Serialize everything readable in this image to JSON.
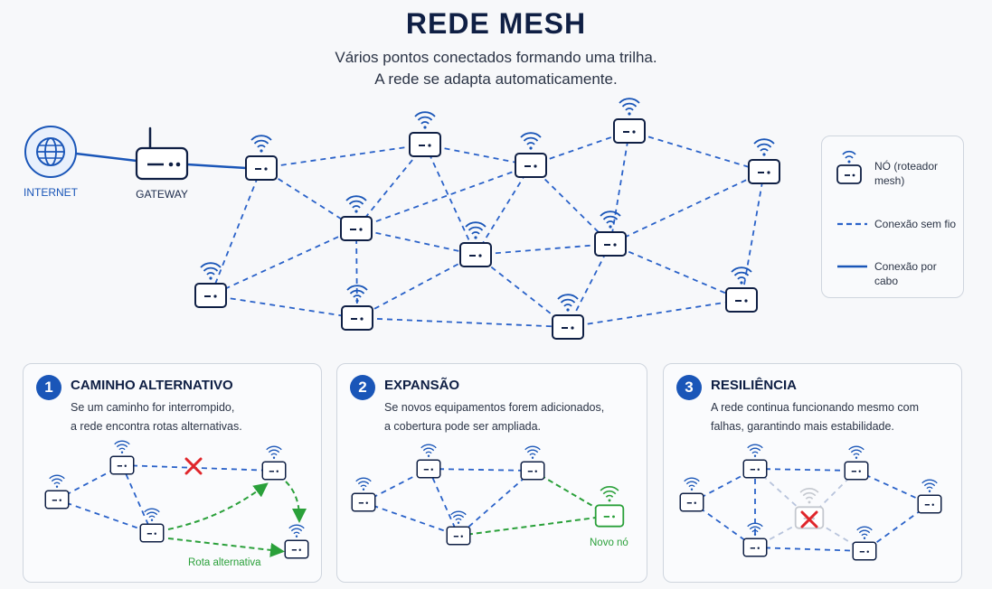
{
  "header": {
    "title": "REDE MESH",
    "subtitle_line1": "Vários pontos conectados formando uma trilha.",
    "subtitle_line2": "A rede se adapta automaticamente."
  },
  "main_diagram": {
    "internet_label": "INTERNET",
    "gateway_label": "GATEWAY"
  },
  "legend": {
    "node_label": "NÓ (roteador mesh)",
    "wireless_label": "Conexão sem fio",
    "cable_label": "Conexão por cabo"
  },
  "panels": [
    {
      "number": "1",
      "title": "CAMINHO ALTERNATIVO",
      "description": "Se um caminho for interrompido,\na rede encontra rotas alternativas.",
      "annotation": "Rota alternativa"
    },
    {
      "number": "2",
      "title": "EXPANSÃO",
      "description": "Se novos equipamentos forem adicionados,\na cobertura pode ser ampliada.",
      "annotation": "Novo nó"
    },
    {
      "number": "3",
      "title": "RESILIÊNCIA",
      "description": "A rede continua funcionando mesmo com\nfalhas, garantindo mais estabilidade.",
      "annotation": ""
    }
  ],
  "colors": {
    "navy": "#0f1f44",
    "blue": "#1a56b8",
    "link_blue": "#2a62c9",
    "green": "#2aa03a",
    "red": "#e0262b",
    "gray": "#b8bec8"
  }
}
